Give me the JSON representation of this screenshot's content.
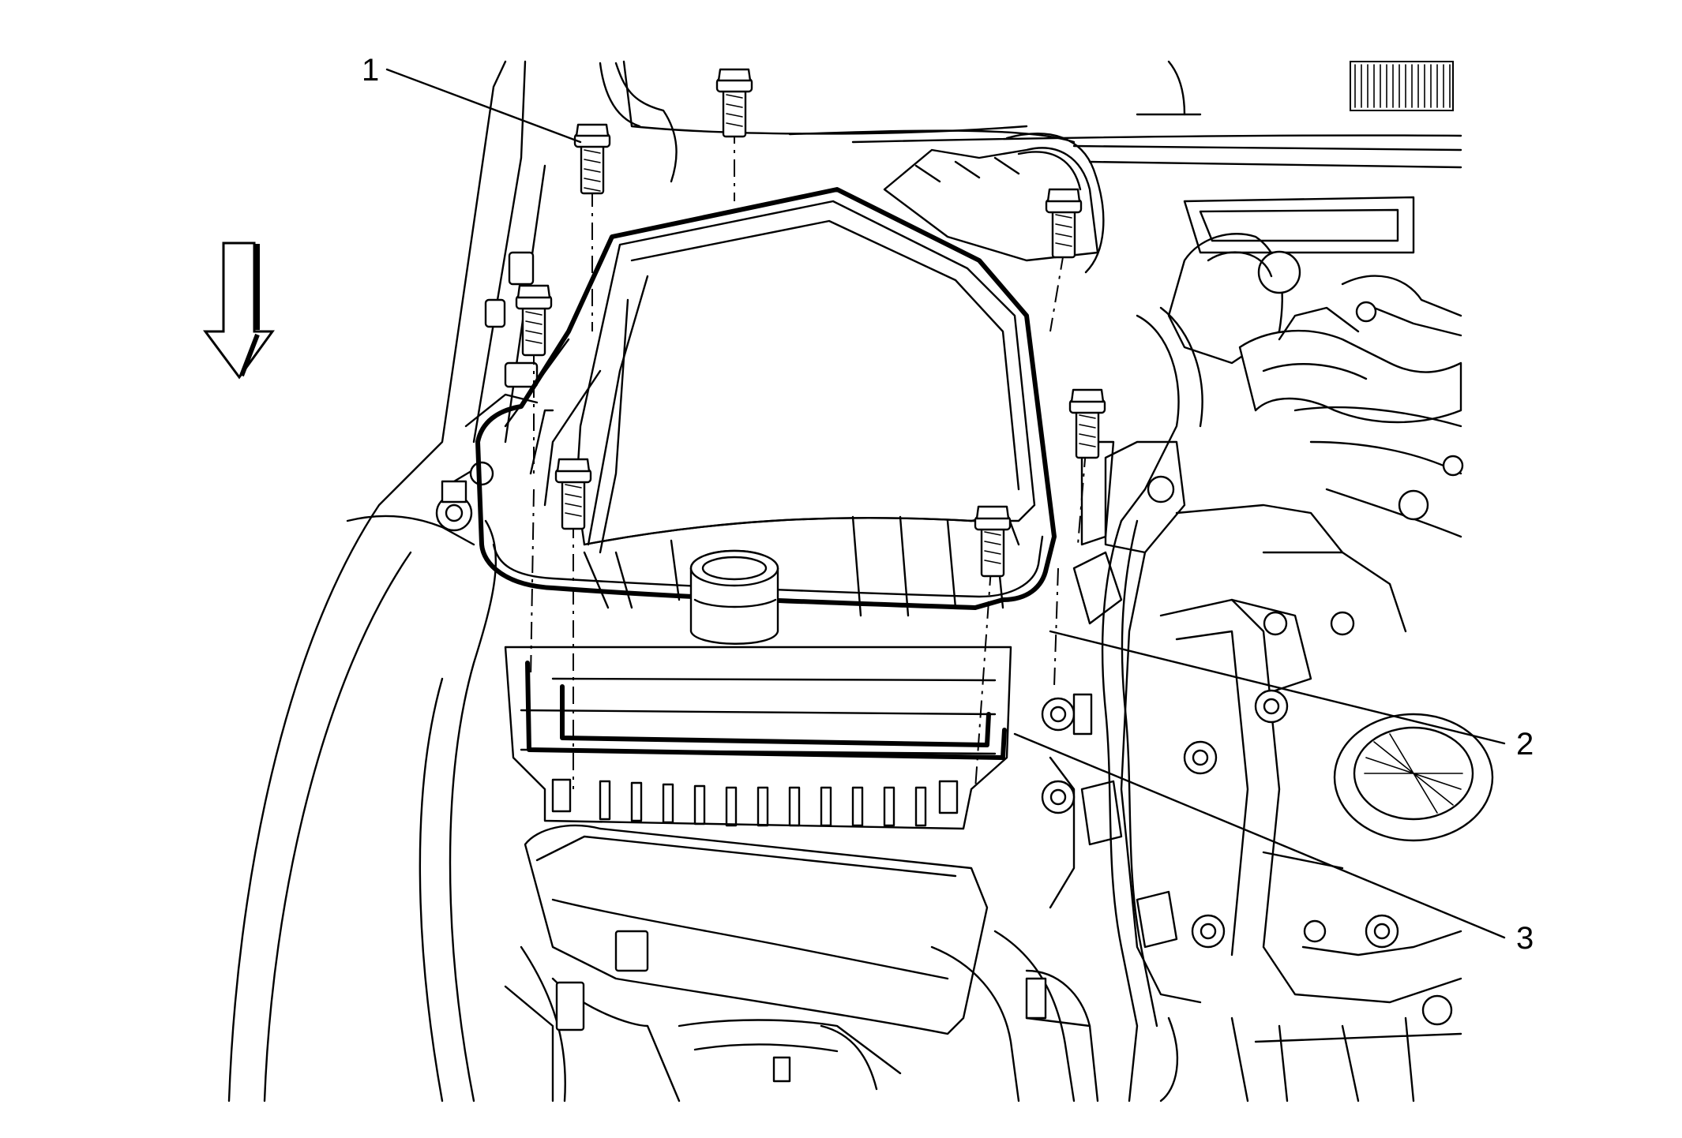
{
  "illustration": {
    "subject": "air-cleaner-assembly-removal",
    "direction_arrow_icon": "down-arrow-icon",
    "line_color": "#000000",
    "background_color": "#ffffff"
  },
  "callouts": [
    {
      "id": "1",
      "label": "1"
    },
    {
      "id": "2",
      "label": "2"
    },
    {
      "id": "3",
      "label": "3"
    }
  ]
}
